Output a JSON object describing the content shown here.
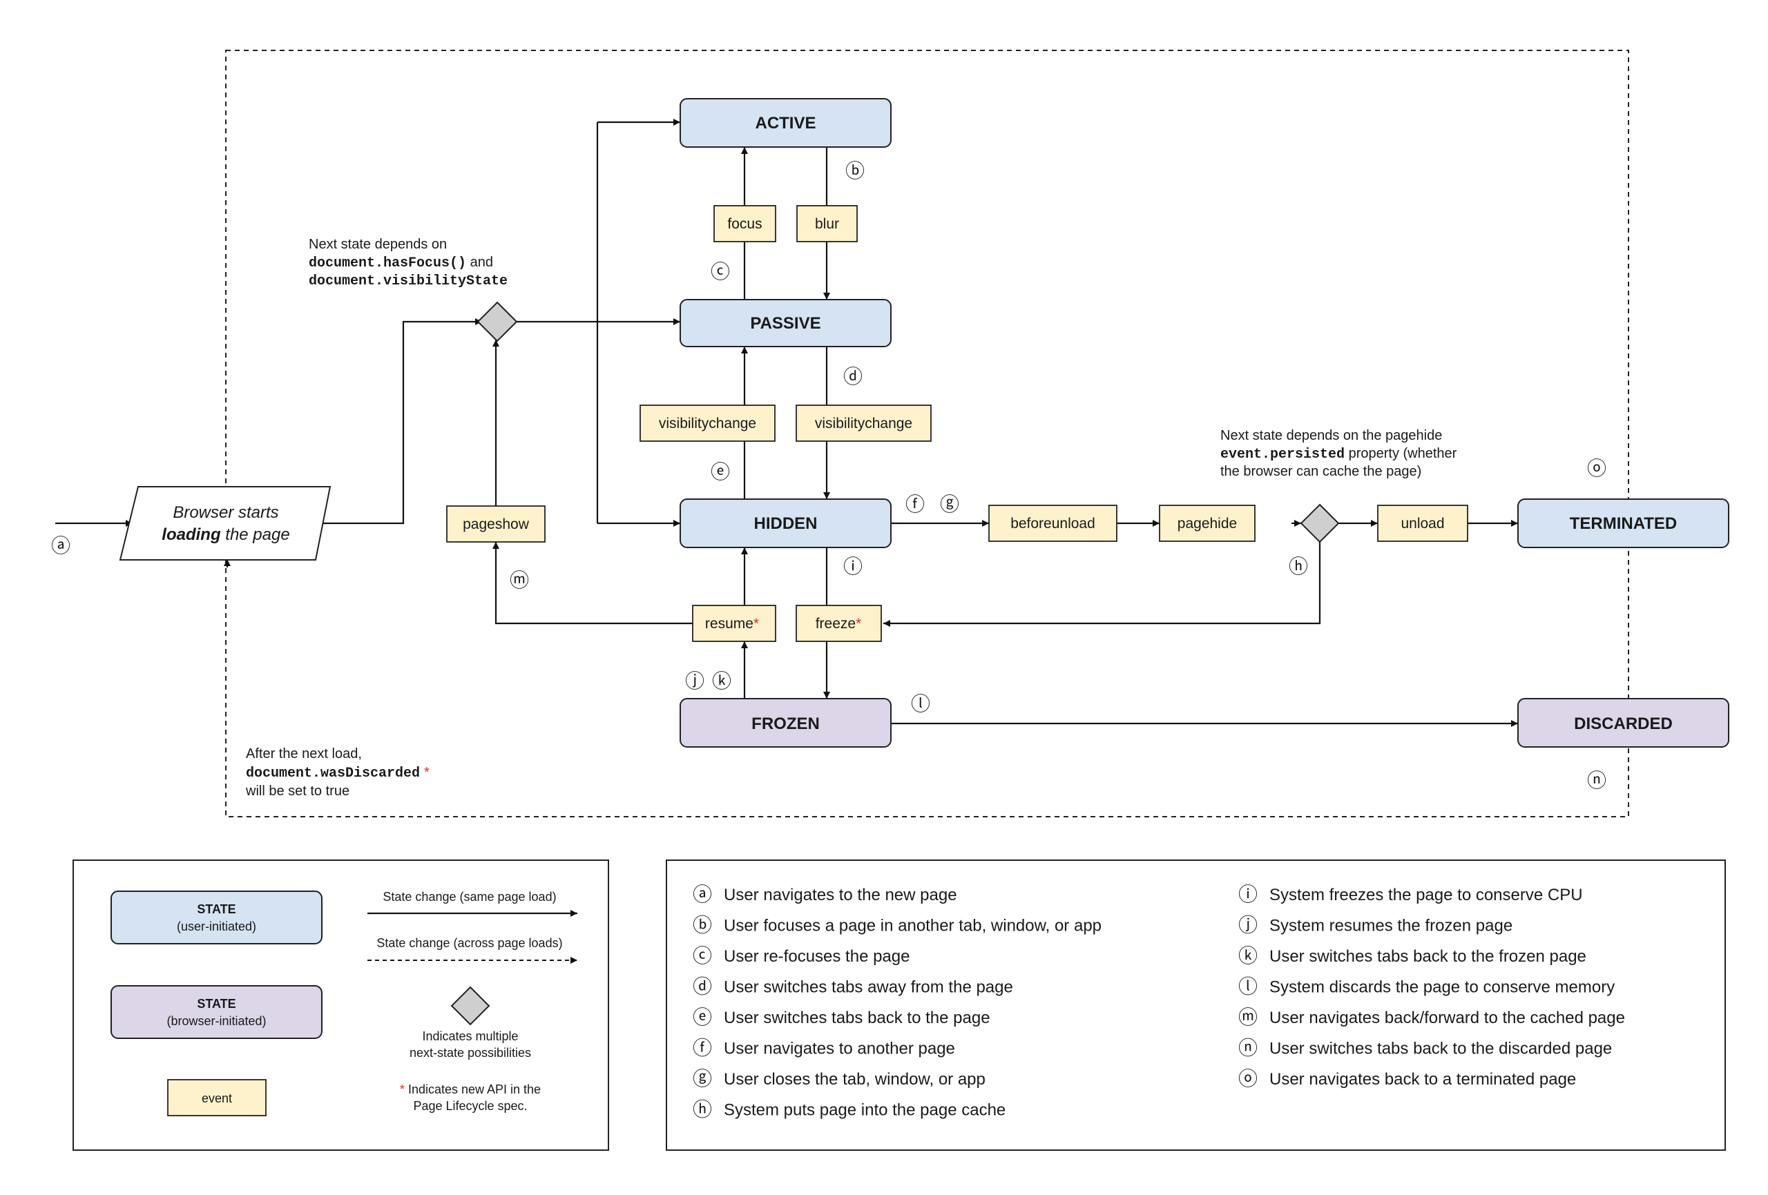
{
  "states": {
    "active": "ACTIVE",
    "passive": "PASSIVE",
    "hidden": "HIDDEN",
    "frozen": "FROZEN",
    "terminated": "TERMINATED",
    "discarded": "DISCARDED"
  },
  "start": {
    "line1": "Browser starts",
    "line2": "loading",
    "line3": " the page"
  },
  "events": {
    "focus": "focus",
    "blur": "blur",
    "visibilitychange_up": "visibilitychange",
    "visibilitychange_down": "visibilitychange",
    "pageshow": "pageshow",
    "beforeunload": "beforeunload",
    "pagehide": "pagehide",
    "unload": "unload",
    "resume": "resume",
    "freeze": "freeze",
    "new_api_marker": "*"
  },
  "notes": {
    "visibility": {
      "line1": "Next state depends on",
      "code1": "document.hasFocus()",
      "and": " and",
      "code2": "document.visibilityState"
    },
    "pagehide": {
      "line1": "Next state depends on the pagehide",
      "code": "event.persisted",
      "line2_rest": " property (whether",
      "line3": "the browser can cache the page)"
    },
    "discarded": {
      "line1": "After the next load,",
      "code": "document.wasDiscarded",
      "star": "*",
      "line3": "will be set to true"
    }
  },
  "markers": {
    "a": "ⓐ",
    "b": "ⓑ",
    "c": "ⓒ",
    "d": "ⓓ",
    "e": "ⓔ",
    "f": "ⓕ",
    "g": "ⓖ",
    "h": "ⓗ",
    "i": "ⓘ",
    "j": "ⓙ",
    "k": "ⓚ",
    "l": "ⓛ",
    "m": "ⓜ",
    "n": "ⓝ",
    "o": "ⓞ"
  },
  "legend": {
    "state_label": "STATE",
    "user_initiated": "(user-initiated)",
    "browser_initiated": "(browser-initiated)",
    "event_label": "event",
    "same_load": "State change (same page load)",
    "across_loads": "State change (across page loads)",
    "diamond_line1": "Indicates multiple",
    "diamond_line2": "next-state possibilities",
    "star": "*",
    "new_api_line1": " Indicates new API in the",
    "new_api_line2": "Page Lifecycle spec."
  },
  "key": [
    {
      "marker": "ⓐ",
      "text": "User navigates to the new page"
    },
    {
      "marker": "ⓑ",
      "text": "User focuses a page in another tab, window, or app"
    },
    {
      "marker": "ⓒ",
      "text": "User re-focuses the page"
    },
    {
      "marker": "ⓓ",
      "text": "User switches tabs away from the page"
    },
    {
      "marker": "ⓔ",
      "text": "User switches tabs back to the page"
    },
    {
      "marker": "ⓕ",
      "text": "User navigates to another page"
    },
    {
      "marker": "ⓖ",
      "text": "User closes the tab, window, or app"
    },
    {
      "marker": "ⓗ",
      "text": "System puts page into the page cache"
    },
    {
      "marker": "ⓘ",
      "text": "System freezes the page to conserve CPU"
    },
    {
      "marker": "ⓙ",
      "text": "System resumes the frozen page"
    },
    {
      "marker": "ⓚ",
      "text": "User switches tabs back to the frozen page"
    },
    {
      "marker": "ⓛ",
      "text": "System discards the page to conserve memory"
    },
    {
      "marker": "ⓜ",
      "text": "User navigates back/forward to the cached page"
    },
    {
      "marker": "ⓝ",
      "text": "User switches tabs back to the discarded page"
    },
    {
      "marker": "ⓞ",
      "text": "User navigates back to a terminated page"
    }
  ],
  "colors": {
    "user_state": "#d5e3f2",
    "browser_state": "#dcd6e8",
    "event": "#fdf2cc",
    "diamond": "#cfcfcf",
    "new_api_star": "#d32f2f"
  }
}
